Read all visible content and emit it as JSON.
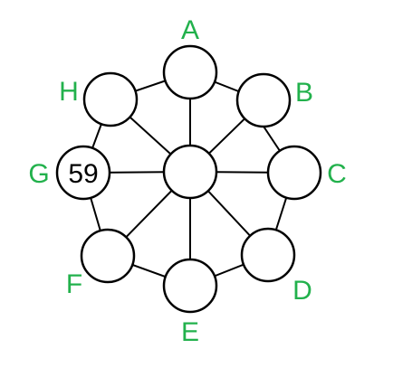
{
  "diagram": {
    "label_color": "#22b14c",
    "line_color": "#000000",
    "center_node": {
      "value": ""
    },
    "outer_nodes": [
      {
        "id": "A",
        "label": "A",
        "value": ""
      },
      {
        "id": "B",
        "label": "B",
        "value": ""
      },
      {
        "id": "C",
        "label": "C",
        "value": ""
      },
      {
        "id": "D",
        "label": "D",
        "value": ""
      },
      {
        "id": "E",
        "label": "E",
        "value": ""
      },
      {
        "id": "F",
        "label": "F",
        "value": ""
      },
      {
        "id": "G",
        "label": "G",
        "value": "59"
      },
      {
        "id": "H",
        "label": "H",
        "value": ""
      }
    ]
  }
}
